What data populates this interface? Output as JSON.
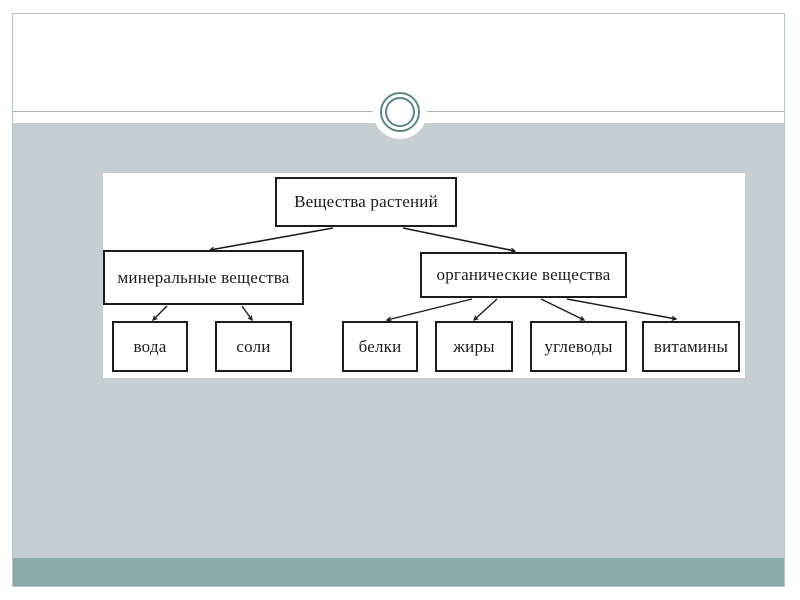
{
  "slide": {
    "type": "presentation-slide",
    "colors": {
      "body_background": "#c5ced3",
      "accent_strip": "#8aa9a8",
      "ornament_ring": "#5e8687",
      "divider_line": "#a9b5b8",
      "frame_border": "#b9c4c7",
      "node_border": "#1c1c1c",
      "node_text": "#1b1b1b"
    }
  },
  "diagram": {
    "type": "tree",
    "root": {
      "label": "Вещества растений"
    },
    "branches": [
      {
        "label": "минеральные вещества",
        "children": [
          {
            "label": "вода"
          },
          {
            "label": "соли"
          }
        ]
      },
      {
        "label": "органические вещества",
        "children": [
          {
            "label": "белки"
          },
          {
            "label": "жиры"
          },
          {
            "label": "углеводы"
          },
          {
            "label": "витамины"
          }
        ]
      }
    ]
  }
}
